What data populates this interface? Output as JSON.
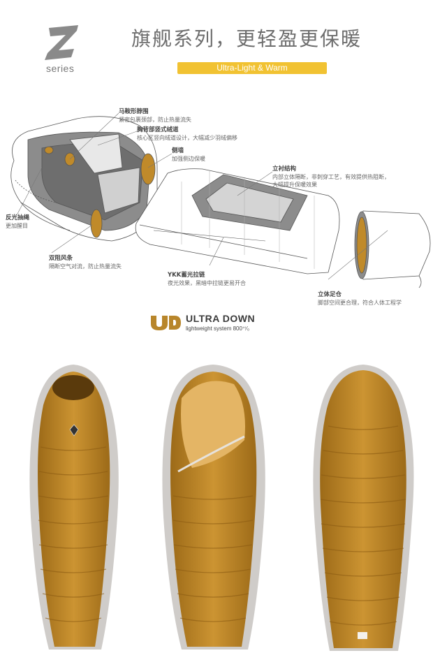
{
  "header": {
    "logo_letter_icon": "z-logo-icon",
    "logo_series": "series",
    "headline": "旗舰系列，更轻盈更保暖",
    "tagline": "Ultra-Light & Warm"
  },
  "callouts": [
    {
      "title": "马鞍形脖围",
      "desc": "紧密包裹颈部，防止热量流失"
    },
    {
      "title": "胸背部竖式绒道",
      "desc": "核心区竖向绒道设计，大幅减少羽绒偏移"
    },
    {
      "title": "侧墙",
      "desc": "加强侧边保暖"
    },
    {
      "title": "立衬结构",
      "desc": "内部立体隔断，非刺穿工艺，有效提供热阻断，",
      "desc2": "大幅提升保暖效果"
    },
    {
      "title": "反光抽绳",
      "desc": "更加醒目"
    },
    {
      "title": "双阻风条",
      "desc": "隔断空气对流，防止热量流失"
    },
    {
      "title": "YKK蓄光拉链",
      "desc": "夜光效果，黑暗中拉链更易开合"
    },
    {
      "title": "立体足仓",
      "desc": "脚部空间更合理，符合人体工程学"
    }
  ],
  "brand": {
    "logo_icon": "ud-logo-icon",
    "name": "ULTRA DOWN",
    "sub": "lightweight system  800⁺ⁱ⁄₀"
  },
  "colors": {
    "accent": "#f1c232",
    "down_gold": "#c08a2a",
    "shell_grey": "#c9c6c4",
    "diagram_inner": "#7a7a7a"
  }
}
